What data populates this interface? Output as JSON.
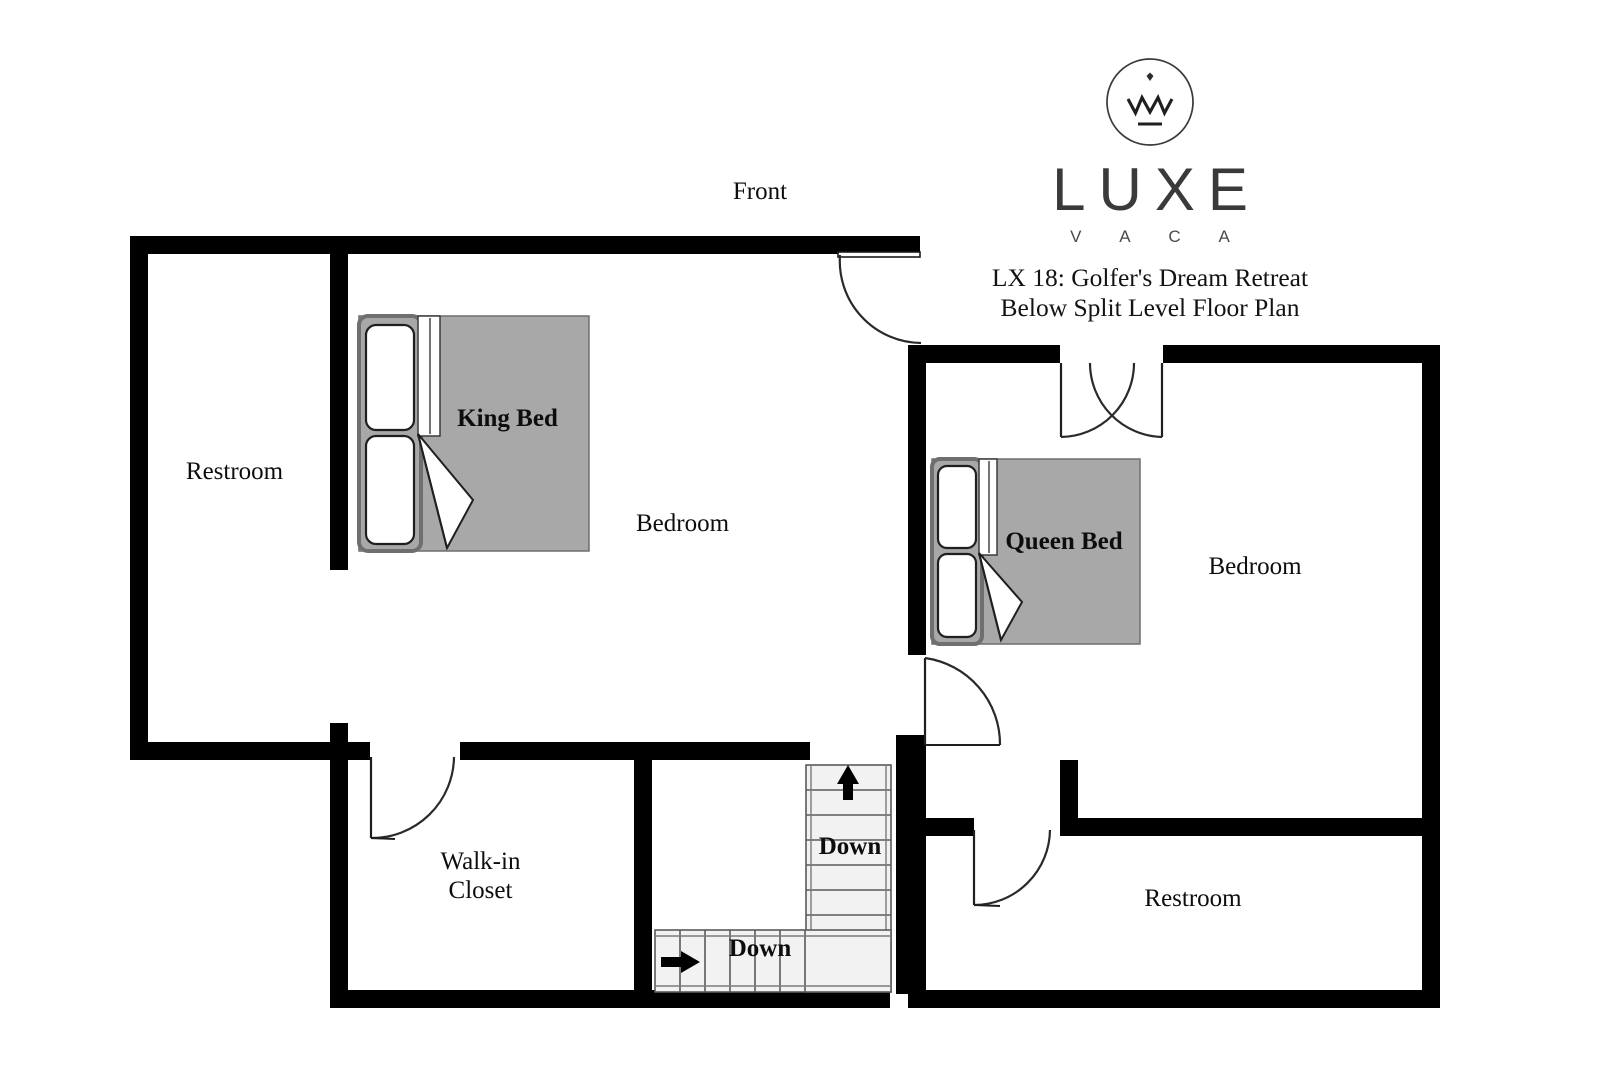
{
  "brand": {
    "logo_icon": "crown-in-circle-icon",
    "wordmark": "LUXE",
    "sub_wordmark": "V A C A"
  },
  "header": {
    "title_line1": "LX 18: Golfer's Dream Retreat",
    "title_line2": "Below Split Level Floor Plan"
  },
  "plan": {
    "orientation_label": "Front",
    "rooms": [
      {
        "id": "restroom-left",
        "label": "Restroom"
      },
      {
        "id": "bedroom-left",
        "label": "Bedroom"
      },
      {
        "id": "walkin-closet",
        "label": "Walk-in\nCloset"
      },
      {
        "id": "bedroom-right",
        "label": "Bedroom"
      },
      {
        "id": "restroom-right",
        "label": "Restroom"
      }
    ],
    "furniture": [
      {
        "id": "king-bed",
        "label": "King Bed"
      },
      {
        "id": "queen-bed",
        "label": "Queen Bed"
      }
    ],
    "stairs": [
      {
        "id": "stair-upper-run",
        "label": "Down",
        "direction": "up-arrow"
      },
      {
        "id": "stair-lower-run",
        "label": "Down",
        "direction": "right-arrow"
      }
    ],
    "colors": {
      "wall": "#000000",
      "mattress": "#a8a8a8",
      "bed_frame": "#8f8f8f",
      "stair_fill": "#f2f2f2",
      "stair_line": "#4a4a4a",
      "text": "#0d0d0d",
      "brand_text": "#3a3a3a",
      "background": "#ffffff"
    }
  }
}
